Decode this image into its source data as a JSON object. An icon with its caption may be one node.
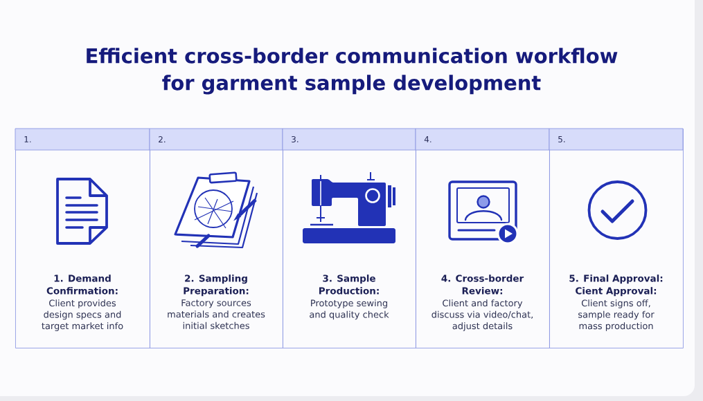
{
  "diagram": {
    "title": "Efficient cross-border communication workflow for garment sample development",
    "nodes": [
      {
        "text": [
          "1.",
          "1. Demand Confirmation:",
          "Client provides design specs and target market info"
        ]
      },
      {
        "text": [
          "2.",
          "2. Sampling Preparation:",
          "Factory sources materials and creates initial sketches"
        ]
      },
      {
        "text": [
          "3.",
          "3. Sample Production:",
          "Prototype sewing and quality check"
        ]
      },
      {
        "text": [
          "4.",
          "4. Cross-border Review:",
          "Client and factory discuss via video/chat, adjust details"
        ]
      },
      {
        "text": [
          "5.",
          "5. Final Approval: Cient Approval:",
          "Client signs off, sample ready for mass production"
        ]
      }
    ]
  }
}
